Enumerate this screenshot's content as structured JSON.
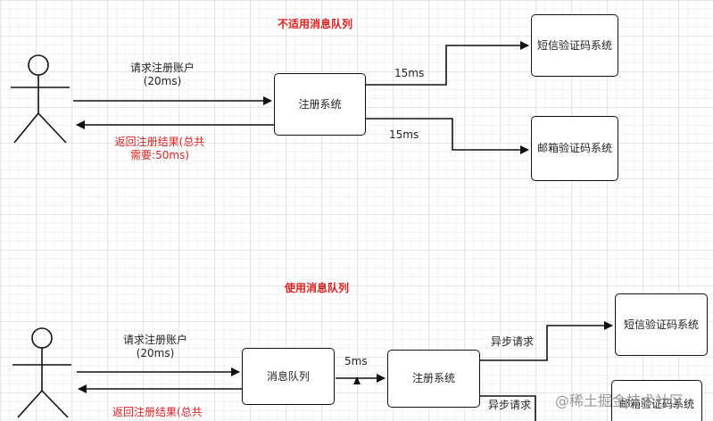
{
  "top": {
    "title": "不适用消息队列",
    "request_label_line1": "请求注册账户",
    "request_label_line2": "(20ms)",
    "return_label_line1": "返回注册结果(总共",
    "return_label_line2": "需要:50ms)",
    "register_system": "注册系统",
    "sms_system": "短信验证码系统",
    "email_system": "邮箱验证码系统",
    "sms_time": "15ms",
    "email_time": "15ms"
  },
  "bottom": {
    "title": "使用消息队列",
    "request_label_line1": "请求注册账户",
    "request_label_line2": "(20ms)",
    "return_label": "返回注册结果(总共",
    "message_queue": "消息队列",
    "mq_time": "5ms",
    "register_system": "注册系统",
    "async_request_1": "异步请求",
    "async_request_2": "异步请求",
    "sms_system": "短信验证码系统",
    "email_system": "邮箱验证码系统"
  },
  "watermark": "@稀土掘金技术社区",
  "colors": {
    "accent_red": "#e02020",
    "line": "#111111"
  }
}
